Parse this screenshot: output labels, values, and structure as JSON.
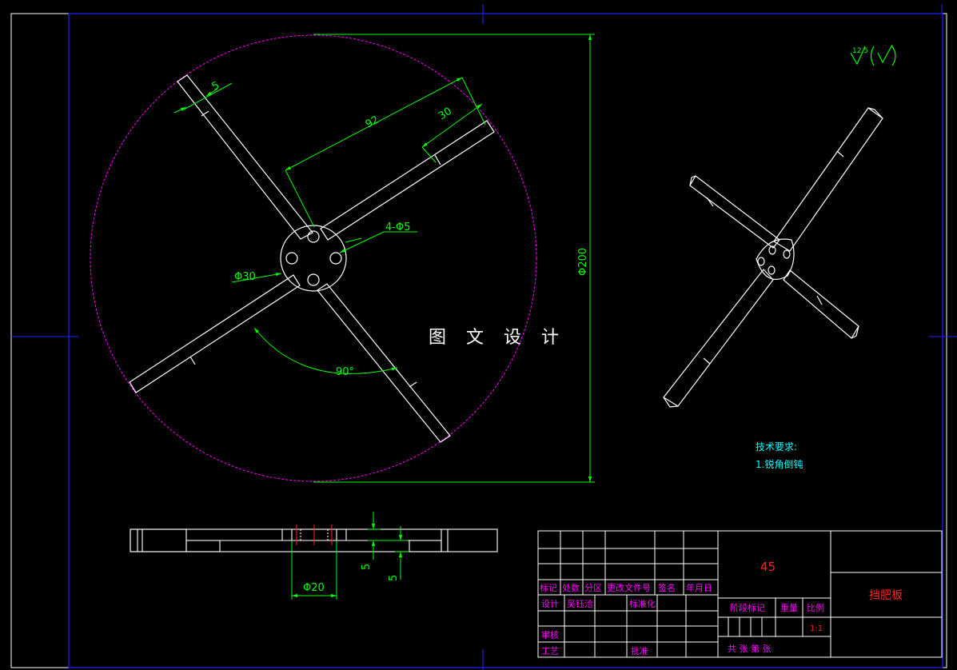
{
  "dimensions": {
    "rib_width": "5",
    "length_92": "92",
    "length_30": "30",
    "holes": "4-Φ5",
    "hub_dia": "Φ30",
    "outer_dia": "Φ200",
    "angle": "90°",
    "bore_dia": "Φ20",
    "thick_a": "5",
    "thick_b": "5"
  },
  "surface_finish": "12.5",
  "watermark": "图 文 设 计",
  "tech_notes": {
    "title": "技术要求:",
    "item1": "1.锐角倒钝"
  },
  "title_block": {
    "material": "45",
    "part_name": "挡肥板",
    "headers": {
      "mark": "标记",
      "count": "处数",
      "zone": "分区",
      "change_doc": "更改文件号",
      "signature": "签名",
      "date": "年月日"
    },
    "design": "设计",
    "designer": "吴钰洽",
    "standardize": "标准化",
    "review": "审核",
    "process": "工艺",
    "approve": "批准",
    "stage_mark": "阶段标记",
    "weight": "重量",
    "scale": "比例",
    "scale_value": "1:1",
    "sheets": "共   张  第   张"
  },
  "colors": {
    "green": "#00ff00",
    "magenta": "#ff00ff",
    "white": "#ffffff",
    "blue": "#0000ff",
    "red": "#ff2222",
    "cyan": "#00ffff"
  }
}
